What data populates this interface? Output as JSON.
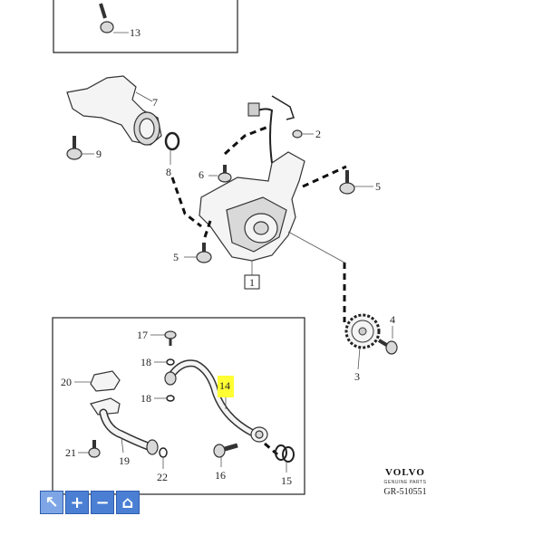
{
  "callouts": {
    "c1": "1",
    "c2": "2",
    "c3": "3",
    "c4": "4",
    "c5a": "5",
    "c5b": "5",
    "c6": "6",
    "c7": "7",
    "c8": "8",
    "c9": "9",
    "c13": "13",
    "c14": "14",
    "c15": "15",
    "c16": "16",
    "c17": "17",
    "c18a": "18",
    "c18b": "18",
    "c19": "19",
    "c20": "20",
    "c21": "21",
    "c22": "22"
  },
  "brand": {
    "logo_text": "VOLVO",
    "subtitle": "GENUINE PARTS"
  },
  "drawing_ref": "GR-510551",
  "toolbar": {
    "tools": [
      {
        "name": "select-tool",
        "icon": "cursor-icon",
        "glyph": "↖"
      },
      {
        "name": "zoom-in-tool",
        "icon": "plus-icon",
        "glyph": "+"
      },
      {
        "name": "zoom-out-tool",
        "icon": "minus-icon",
        "glyph": "−"
      },
      {
        "name": "home-tool",
        "icon": "home-icon",
        "glyph": "⌂"
      }
    ]
  },
  "colors": {
    "highlight": "#ffff33",
    "toolbar": "#4a7fd4"
  }
}
